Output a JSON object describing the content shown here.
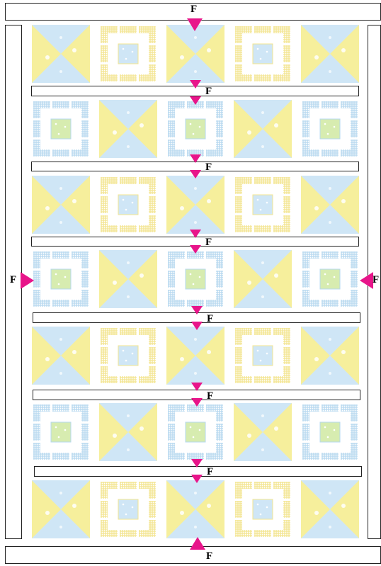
{
  "label_letter": "F",
  "colors": {
    "accent_arrow": "#e8158a",
    "fabric_blue": "#cfe6f6",
    "fabric_yellow": "#f6ef9c",
    "fabric_green": "#d7ecb0",
    "plaid_blue": "#b6d8ef",
    "plaid_yellow": "#f3e58f",
    "background": "#ffffff"
  },
  "quilt": {
    "rows": [
      [
        "pinwheel",
        "square-yellow",
        "pinwheel",
        "square-yellow",
        "pinwheel"
      ],
      [
        "square-blue",
        "pinwheel",
        "square-blue",
        "pinwheel",
        "square-blue"
      ],
      [
        "pinwheel",
        "square-yellow",
        "pinwheel",
        "square-yellow",
        "pinwheel"
      ],
      [
        "square-blue",
        "pinwheel",
        "square-blue",
        "pinwheel",
        "square-blue"
      ],
      [
        "pinwheel",
        "square-yellow",
        "pinwheel",
        "square-yellow",
        "pinwheel"
      ],
      [
        "square-blue",
        "pinwheel",
        "square-blue",
        "pinwheel",
        "square-blue"
      ],
      [
        "pinwheel",
        "square-yellow",
        "pinwheel",
        "square-yellow",
        "pinwheel"
      ]
    ]
  },
  "markers": {
    "top": "F",
    "bottom": "F",
    "left": "F",
    "right": "F",
    "sashing": [
      "F",
      "F",
      "F",
      "F",
      "F",
      "F"
    ]
  }
}
